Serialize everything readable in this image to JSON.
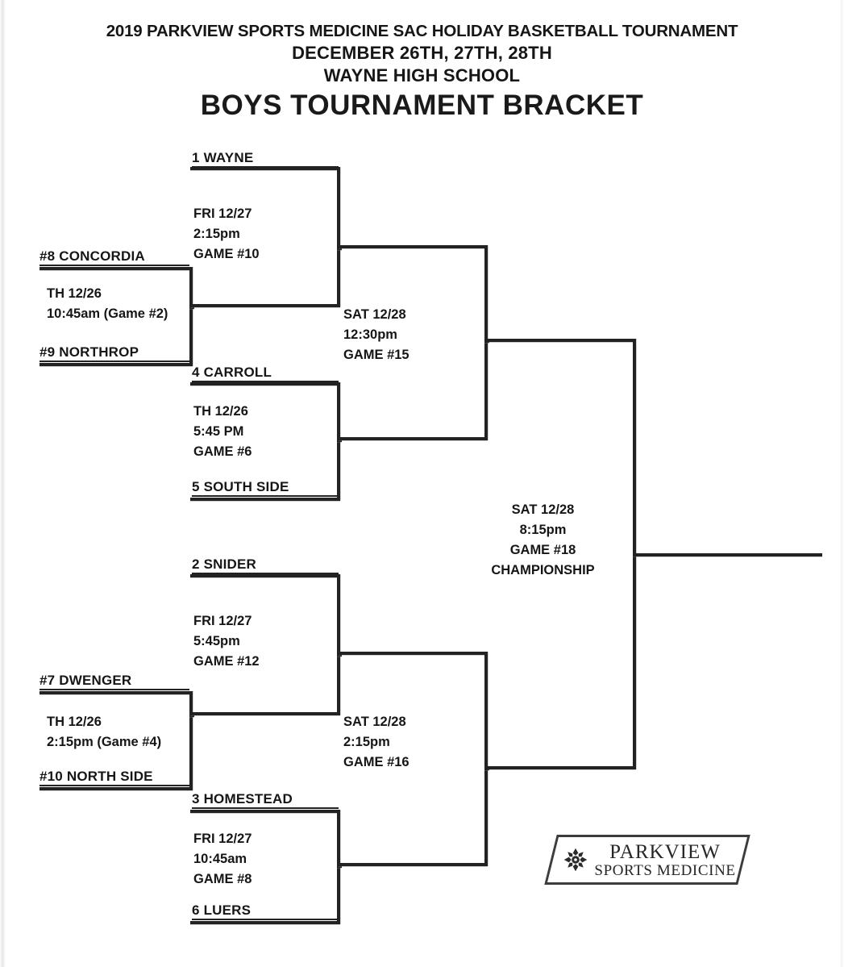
{
  "header": {
    "line1": "2019 PARKVIEW SPORTS MEDICINE SAC HOLIDAY BASKETBALL TOURNAMENT",
    "line2": "DECEMBER 26TH, 27TH, 28TH",
    "line3": "WAYNE HIGH SCHOOL",
    "title": "BOYS TOURNAMENT BRACKET"
  },
  "bracket": {
    "teams": {
      "wayne": "1 WAYNE",
      "concordia": "#8 CONCORDIA",
      "northrop": "#9 NORTHROP",
      "carroll": "4 CARROLL",
      "south_side": "5 SOUTH SIDE",
      "snider": "2 SNIDER",
      "dwenger": "#7 DWENGER",
      "north_side": "#10 NORTH SIDE",
      "homestead": "3 HOMESTEAD",
      "luers": "6 LUERS"
    },
    "games": {
      "game2": {
        "date": "TH 12/26",
        "time_line": "10:45am (Game #2)"
      },
      "game10": {
        "date": "FRI 12/27",
        "time": "2:15pm",
        "label": "GAME #10"
      },
      "game6": {
        "date": "TH 12/26",
        "time": "5:45 PM",
        "label": "GAME #6"
      },
      "game15": {
        "date": "SAT 12/28",
        "time": "12:30pm",
        "label": "GAME #15"
      },
      "game4": {
        "date": "TH 12/26",
        "time_line": "2:15pm (Game #4)"
      },
      "game12": {
        "date": "FRI 12/27",
        "time": "5:45pm",
        "label": "GAME #12"
      },
      "game8": {
        "date": "FRI 12/27",
        "time": "10:45am",
        "label": "GAME #8"
      },
      "game16": {
        "date": "SAT 12/28",
        "time": "2:15pm",
        "label": "GAME #16"
      },
      "game18": {
        "date": "SAT 12/28",
        "time": "8:15pm",
        "label": "GAME #18",
        "round": "CHAMPIONSHIP"
      }
    }
  },
  "logo": {
    "word1": "PARKVIEW",
    "word2": "SPORTS MEDICINE"
  },
  "colors": {
    "ink": "#222222",
    "text": "#161616",
    "background": "#ffffff"
  }
}
